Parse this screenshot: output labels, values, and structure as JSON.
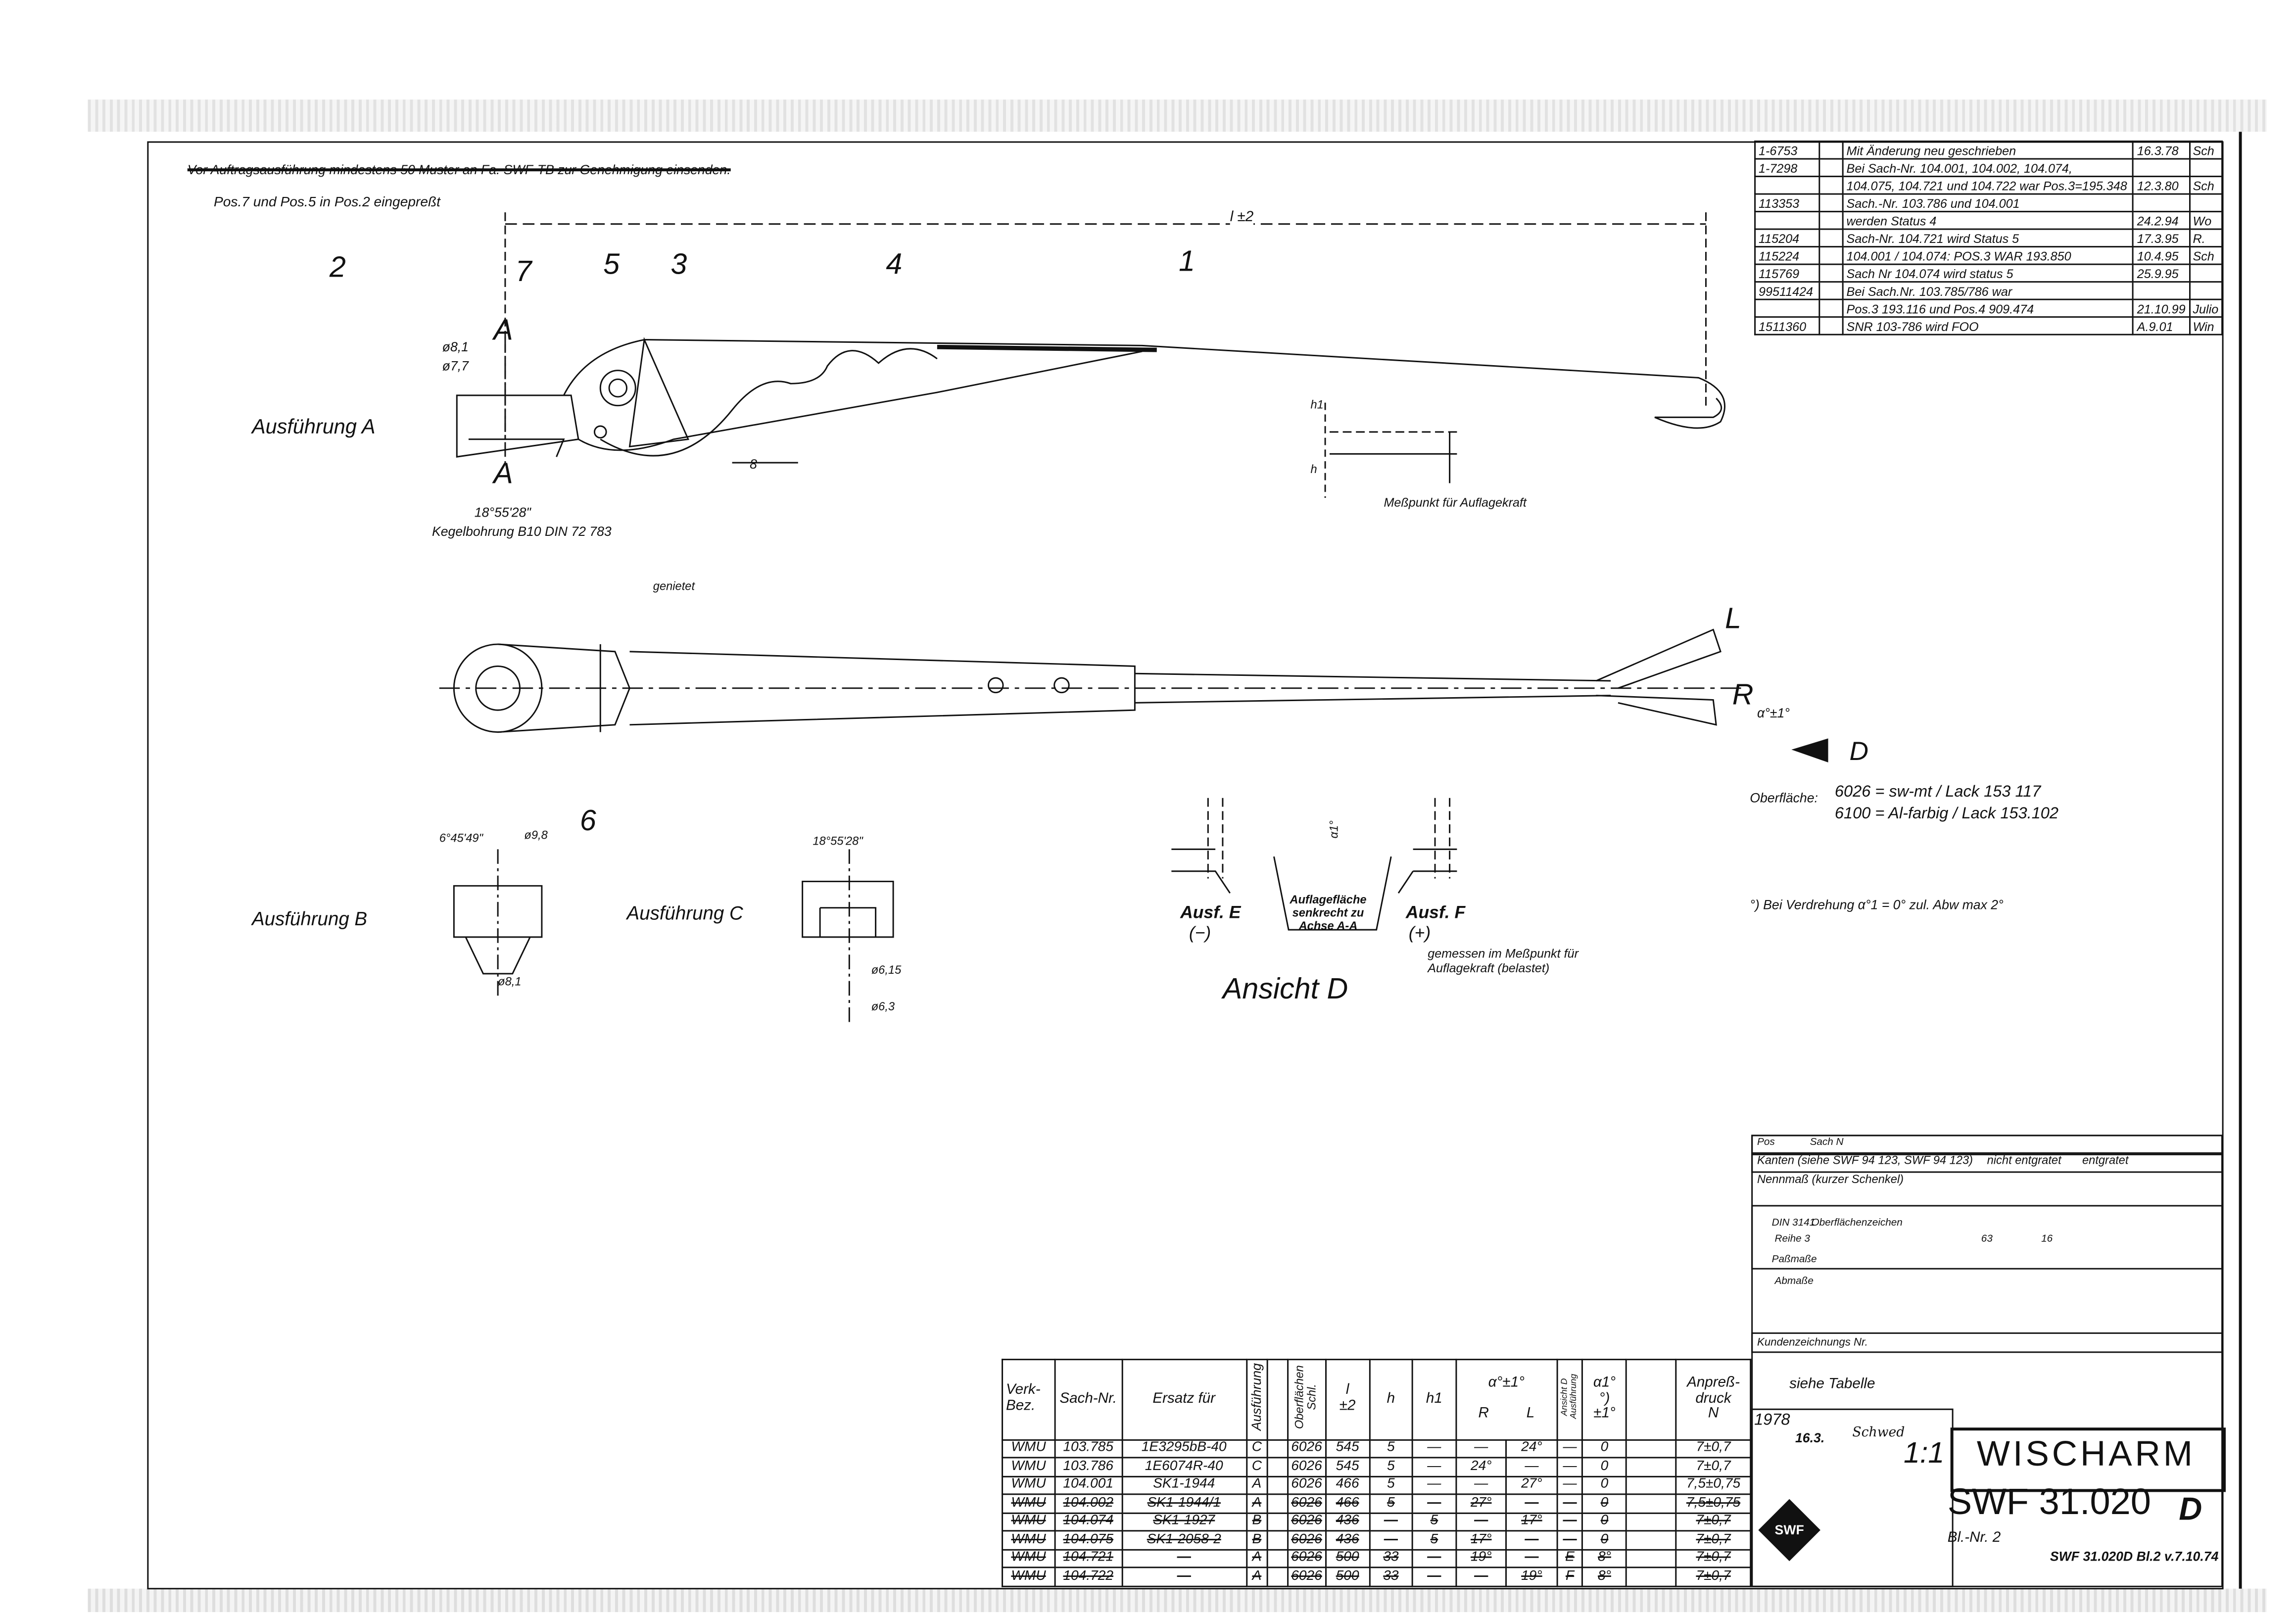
{
  "notes": {
    "sample_note": "Vor Auftragsausführung mindestens 50 Muster an Fa. SWF-TB zur Genehmigung einsenden.",
    "press_note": "Pos.7 und Pos.5 in Pos.2 eingepreßt"
  },
  "positions": {
    "p2": "2",
    "p7": "7",
    "p5": "5",
    "p3": "3",
    "p4": "4",
    "p1": "1",
    "p6": "6"
  },
  "side_view": {
    "length_label": "l ±2",
    "section_a": "A",
    "variant_a": "Ausführung A",
    "dia_81": "ø8,1",
    "dia_77": "ø7,7",
    "dim_8": "8",
    "angle": "18°55'28\"",
    "taper_bore": "Kegelbohrung B10 DIN 72 783",
    "h1": "h1",
    "h": "h",
    "measure_point": "Meßpunkt für Auflagekraft"
  },
  "top_view": {
    "riveted": "genietet",
    "L": "L",
    "R": "R",
    "alpha": "α°±1°",
    "D": "D"
  },
  "surface": {
    "label": "Oberfläche:",
    "line1": "6026 = sw-mt / Lack 153 117",
    "line2": "6100 = Al-farbig / Lack 153.102"
  },
  "footnote": "°) Bei Verdrehung α°1 = 0° zul. Abw max 2°",
  "variant_b": {
    "label": "Ausführung B",
    "angle": "6°45'49\"",
    "dia_98": "ø9,8",
    "dia_81": "ø8,1"
  },
  "variant_c": {
    "label": "Ausführung C",
    "angle": "18°55'28\"",
    "dia_615": "ø6,15",
    "dia_63": "ø6,3"
  },
  "view_d": {
    "title": "Ansicht D",
    "ausf_e": "Ausf. E",
    "ausf_e_sign": "(−)",
    "ausf_f": "Ausf. F",
    "ausf_f_sign": "(+)",
    "surface_note": "Auflagefläche senkrecht zu Achse A-A",
    "measured_note": "gemessen im Meßpunkt für Auflagekraft (belastet)",
    "alpha1": "α1°"
  },
  "revisions": [
    {
      "no": "1-6753",
      "text": "Mit Änderung neu geschrieben",
      "date": "16.3.78",
      "sign": "Sch"
    },
    {
      "no": "1-7298",
      "text": "Bei Sach-Nr. 104.001, 104.002, 104.074,",
      "date": "",
      "sign": ""
    },
    {
      "no": "",
      "text": "104.075, 104.721 und 104.722 war Pos.3=195.348",
      "date": "12.3.80",
      "sign": "Sch"
    },
    {
      "no": "113353",
      "text": "Sach.-Nr. 103.786 und 104.001",
      "date": "",
      "sign": ""
    },
    {
      "no": "",
      "text": "werden Status 4",
      "date": "24.2.94",
      "sign": "Wo"
    },
    {
      "no": "115204",
      "text": "Sach-Nr. 104.721 wird Status 5",
      "date": "17.3.95",
      "sign": "R."
    },
    {
      "no": "115224",
      "text": "104.001 / 104.074: POS.3 WAR 193.850",
      "date": "10.4.95",
      "sign": "Sch"
    },
    {
      "no": "115769",
      "text": "Sach Nr 104.074 wird status 5",
      "date": "25.9.95",
      "sign": ""
    },
    {
      "no": "99511424",
      "text": "Bei Sach.Nr. 103.785/786 war",
      "date": "",
      "sign": ""
    },
    {
      "no": "",
      "text": "Pos.3 193.116 und Pos.4 909.474",
      "date": "21.10.99",
      "sign": "Julio"
    },
    {
      "no": "1511360",
      "text": "SNR 103-786 wird FOO",
      "date": "A.9.01",
      "sign": "Win"
    }
  ],
  "parts_table": {
    "headers": {
      "verk": "Verk-Bez.",
      "sach": "Sach-Nr.",
      "ersatz": "Ersatz für",
      "ausf": "Ausführung",
      "oberfl": "Oberflächen Schl.",
      "l": "l",
      "l_tol": "±2",
      "h": "h",
      "h1": "h1",
      "alpha": "α°±1°",
      "R": "R",
      "L": "L",
      "ansicht": "Ansicht D Ausführung",
      "alpha1": "α1° °)",
      "alpha1_tol": "±1°",
      "anpress": "Anpreß-druck",
      "anpress_unit": "N"
    },
    "rows": [
      {
        "verk": "WMU",
        "sach": "103.785",
        "ersatz": "1E3295bB-40",
        "ausf": "C",
        "oberfl": "6026",
        "l": "545",
        "h": "5",
        "h1": "—",
        "R": "—",
        "L": "24°",
        "ansicht": "—",
        "alpha1": "0",
        "anpress": "7±0,7",
        "struck": false
      },
      {
        "verk": "WMU",
        "sach": "103.786",
        "ersatz": "1E6074R-40",
        "ausf": "C",
        "oberfl": "6026",
        "l": "545",
        "h": "5",
        "h1": "—",
        "R": "24°",
        "L": "—",
        "ansicht": "—",
        "alpha1": "0",
        "anpress": "7±0,7",
        "struck": false
      },
      {
        "verk": "WMU",
        "sach": "104.001",
        "ersatz": "SK1-1944",
        "ausf": "A",
        "oberfl": "6026",
        "l": "466",
        "h": "5",
        "h1": "—",
        "R": "—",
        "L": "27°",
        "ansicht": "—",
        "alpha1": "0",
        "anpress": "7,5±0,75",
        "struck": false
      },
      {
        "verk": "WMU",
        "sach": "104.002",
        "ersatz": "SK1-1944/1",
        "ausf": "A",
        "oberfl": "6026",
        "l": "466",
        "h": "5",
        "h1": "—",
        "R": "27°",
        "L": "—",
        "ansicht": "—",
        "alpha1": "0",
        "anpress": "7,5±0,75",
        "struck": true
      },
      {
        "verk": "WMU",
        "sach": "104.074",
        "ersatz": "SK1-1927",
        "ausf": "B",
        "oberfl": "6026",
        "l": "436",
        "h": "—",
        "h1": "5",
        "R": "—",
        "L": "17°",
        "ansicht": "—",
        "alpha1": "0",
        "anpress": "7±0,7",
        "struck": true
      },
      {
        "verk": "WMU",
        "sach": "104.075",
        "ersatz": "SK1-2058-2",
        "ausf": "B",
        "oberfl": "6026",
        "l": "436",
        "h": "—",
        "h1": "5",
        "R": "17°",
        "L": "—",
        "ansicht": "—",
        "alpha1": "0",
        "anpress": "7±0,7",
        "struck": true
      },
      {
        "verk": "WMU",
        "sach": "104.721",
        "ersatz": "—",
        "ausf": "A",
        "oberfl": "6026",
        "l": "500",
        "h": "33",
        "h1": "—",
        "R": "19°",
        "L": "—",
        "ansicht": "E",
        "alpha1": "8°",
        "anpress": "7±0,7",
        "struck": true
      },
      {
        "verk": "WMU",
        "sach": "104.722",
        "ersatz": "—",
        "ausf": "A",
        "oberfl": "6026",
        "l": "500",
        "h": "33",
        "h1": "—",
        "R": "—",
        "L": "19°",
        "ansicht": "F",
        "alpha1": "8°",
        "anpress": "7±0,7",
        "struck": true
      }
    ]
  },
  "title_block": {
    "pos": "Pos",
    "sach_n": "Sach N",
    "kanten": "Kanten (siehe SWF 94 123, SWF 94 123)",
    "nicht_entgratet": "nicht entgratet",
    "entgratet": "entgratet",
    "nennmass": "Nennmaß (kurzer Schenkel)",
    "din": "DIN 3141",
    "reihe": "Reihe 3",
    "oberflaechen": "Oberflächenzeichen",
    "rauh_63": "63",
    "rauh_16": "16",
    "passmasse": "Paßmaße",
    "abmasse": "Abmaße",
    "kunden": "Kundenzeichnungs Nr.",
    "siehe_tabelle": "siehe Tabelle",
    "year": "1978",
    "date": "16.3.",
    "drawn_by": "Schwed",
    "scale": "1:1",
    "title": "WISCHARM",
    "drawing_no": "SWF 31.020",
    "revision": "D",
    "sheet": "Bl.-Nr. 2",
    "footer": "SWF 31.020D Bl.2 v.7.10.74",
    "logo": "SWF"
  }
}
